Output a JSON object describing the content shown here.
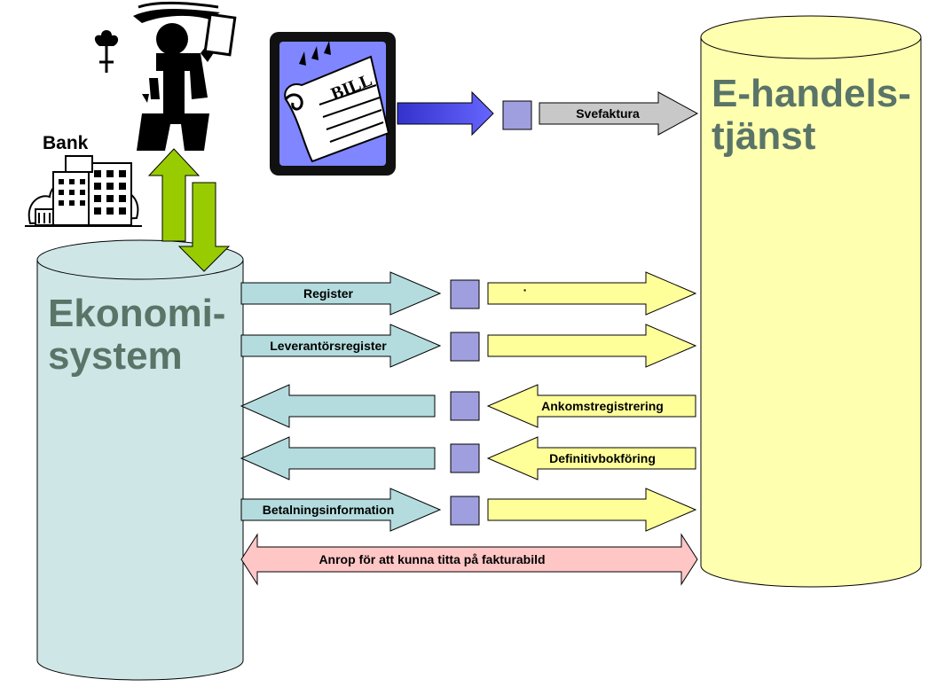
{
  "labels": {
    "bank": "Bank",
    "ekonomi_line1": "Ekonomi-",
    "ekonomi_line2": "system",
    "ehandel_line1": "E-handels-",
    "ehandel_line2": "tjänst",
    "svefaktura": "Svefaktura",
    "register": "Register",
    "register_dot": "·",
    "leverantorsregister": "Leverantörsregister",
    "ankomstregistrering": "Ankomstregistrering",
    "definitivbokforing": "Definitivbokföring",
    "betalningsinformation": "Betalningsinformation",
    "anrop": "Anrop  för att kunna titta på fakturabild",
    "bill": "BILL"
  },
  "icons": {
    "person": "person-holding-document-icon",
    "bank": "bank-building-icon",
    "bill": "bill-document-icon"
  },
  "colors": {
    "cylinder_left_fill": "#cfe6e6",
    "cylinder_right_fill": "#ffffb0",
    "arrow_blue_fill": "#b4dcde",
    "arrow_yellow_fill": "#ffff9a",
    "arrow_pink_fill": "#ffc6c6",
    "arrow_gray_fill": "#c8c8c8",
    "arrow_green_fill": "#99cc00",
    "arrow_indigo_fill": "#6666ff",
    "connector_square_fill": "#9f9fdf",
    "title_text": "#5a7468"
  }
}
